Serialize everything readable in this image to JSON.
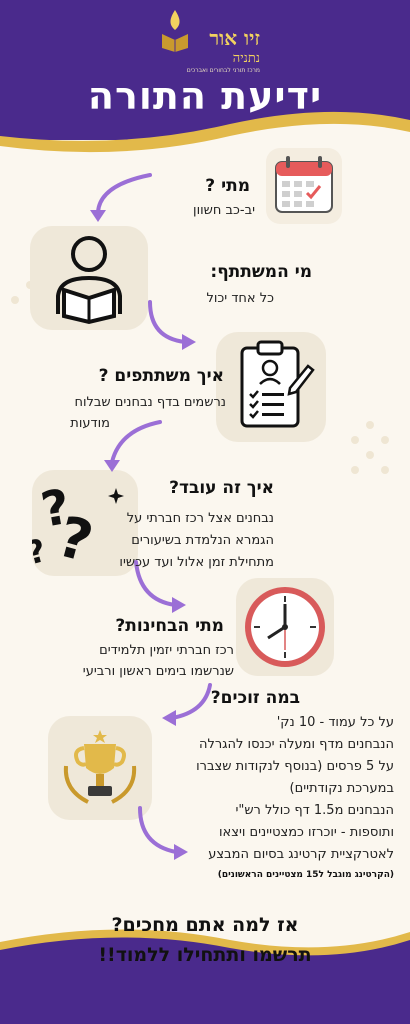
{
  "logo": {
    "name": "זיו אור",
    "sub": "נתניה",
    "tagline": "מרכז תורני לבחורים ואברכים"
  },
  "title": "ידיעת התורה",
  "sections": [
    {
      "heading": "מתי ?",
      "lines": [
        "יב-כב חשוון"
      ]
    },
    {
      "heading": "מי המשתתף:",
      "lines": [
        "כל  אחד יכול"
      ]
    },
    {
      "heading": "איך משתתפים ?",
      "lines": [
        "נרשמים בדף נבחנים שבלוח",
        "מודעות"
      ]
    },
    {
      "heading": "איך זה עובד?",
      "lines": [
        "נבחנים אצל רכז חברתי על",
        "הגמרא הנלמדת בשיעורים",
        "מתחילת זמן אלול ועד עכשיו"
      ]
    },
    {
      "heading": "מתי הבחינות?",
      "lines": [
        "רכז חברתי יזמין תלמידים",
        "שנרשמו בימים ראשון ורביעי"
      ]
    },
    {
      "heading": "במה זוכים?",
      "lines": [
        "על כל עמוד - 10 נק'",
        "הנבחנים מדף ומעלה יכנסו להגרלה",
        "על 5 פרסים (בנוסף לנקודות שצברו",
        "במערכת נקודתיים)",
        "הנבחנים מ1.5 דף כולל רש\"י",
        "ותוספות - יוכרזו כמצטיינים ויצאו",
        "לאטרקציית קרטינג בסיום המבצע"
      ]
    }
  ],
  "note": "(הקרטינג מוגבל ל15 מצטיינים הראשונים)",
  "cta": [
    "אז למה אתם מחכים?",
    "תרשמו ותתחילו ללמוד!!"
  ],
  "colors": {
    "purple": "#4a2a8c",
    "gold": "#e2b94a",
    "cream": "#fbf7ef",
    "arrow": "#9b6fd6"
  }
}
